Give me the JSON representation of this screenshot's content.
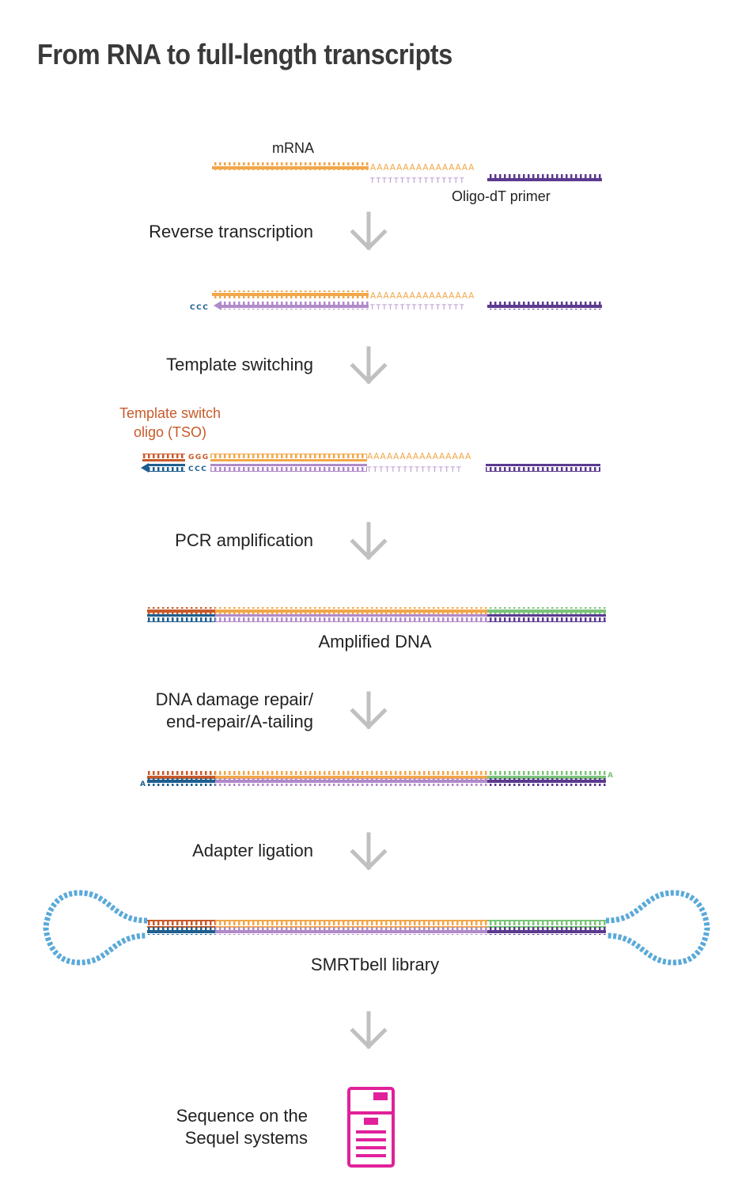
{
  "title": "From RNA to full-length transcripts",
  "labels": {
    "mrna": "mRNA",
    "oligo_dt": "Oligo-dT primer",
    "reverse_transcription": "Reverse transcription",
    "template_switching": "Template switching",
    "tso_line1": "Template switch",
    "tso_line2": "oligo (TSO)",
    "pcr": "PCR amplification",
    "amplified": "Amplified DNA",
    "repair_line1": "DNA damage repair/",
    "repair_line2": "end-repair/A-tailing",
    "adapter": "Adapter ligation",
    "smrtbell": "SMRTbell library",
    "sequence_line1": "Sequence on the",
    "sequence_line2": "Sequel systems"
  },
  "sequence_text": {
    "poly_a": "AAAAAAAAAAAAAAAA",
    "poly_t": "TTTTTTTTTTTTTTTT",
    "ccc": "CCC",
    "ggg": "GGG",
    "a_tail": "A"
  },
  "colors": {
    "orange": "#f2a74a",
    "light_purple": "#b08ac9",
    "dark_purple": "#5b3a8f",
    "red": "#c85a2a",
    "dark_blue": "#1e5f8f",
    "green": "#7cc47a",
    "light_blue": "#5aa9d9",
    "arrow_gray": "#c0c0c0",
    "magenta": "#e0219a"
  }
}
